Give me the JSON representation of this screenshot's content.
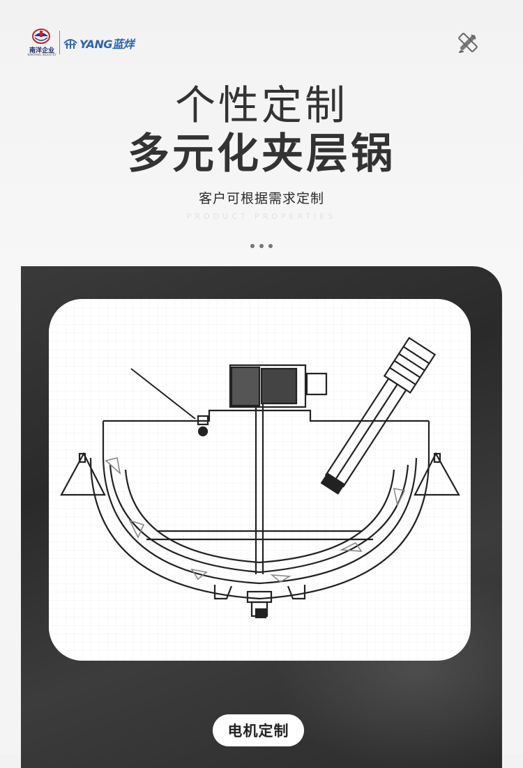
{
  "header": {
    "logo_left_cn": "南洋企业",
    "logo_left_en": "NANYANG INDUSTRY",
    "logo_right_brand": "YANG蓝烊"
  },
  "hero": {
    "title_line1": "个性定制",
    "title_line2": "多元化夹层锅",
    "subtitle": "客户可根据需求定制",
    "subtitle_en": "PRODUCT PROPERTIES"
  },
  "feature": {
    "label": "电机定制"
  },
  "icons": {
    "top_right": "pencil-ruler-icon"
  },
  "colors": {
    "title": "#333333",
    "brand_blue": "#2b63b5",
    "panel_dark": "#2e2e2e"
  }
}
